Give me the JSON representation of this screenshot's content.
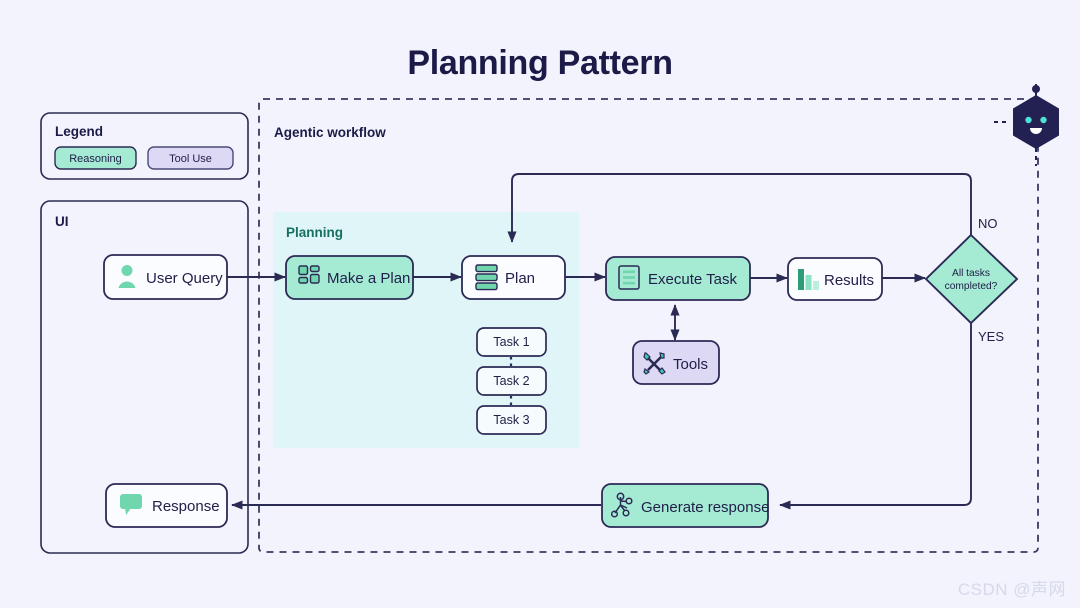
{
  "page": {
    "title": "Planning Pattern",
    "background_color": "#f2f3fc",
    "watermark": "CSDN @声网"
  },
  "legend": {
    "title": "Legend",
    "items": [
      {
        "label": "Reasoning",
        "color": "#a5ebd4",
        "icon": "reasoning-chip"
      },
      {
        "label": "Tool Use",
        "color": "#ddd9f5",
        "icon": "tool-use-chip"
      }
    ]
  },
  "ui_panel": {
    "title": "UI",
    "nodes": [
      {
        "id": "user-query",
        "label": "User Query",
        "icon": "person-icon",
        "fill": "#fbfcff"
      },
      {
        "id": "response",
        "label": "Response",
        "icon": "speech-bubble-icon",
        "fill": "#fbfcff"
      }
    ]
  },
  "workflow": {
    "title": "Agentic workflow",
    "planning_zone": {
      "label": "Planning",
      "fill": "#e0f5f7"
    },
    "nodes": [
      {
        "id": "make-a-plan",
        "label": "Make a Plan",
        "icon": "layout-grid-icon",
        "fill": "#a5ebd4"
      },
      {
        "id": "plan",
        "label": "Plan",
        "icon": "stacked-bars-icon",
        "fill": "#fbfcff"
      },
      {
        "id": "execute-task",
        "label": "Execute Task",
        "icon": "document-lines-icon",
        "fill": "#a5ebd4"
      },
      {
        "id": "results",
        "label": "Results",
        "icon": "bar-chart-icon",
        "fill": "#fbfcff"
      },
      {
        "id": "tools",
        "label": "Tools",
        "icon": "wrench-screwdriver-icon",
        "fill": "#ddd9f5"
      },
      {
        "id": "generate-response",
        "label": "Generate response",
        "icon": "node-graph-icon",
        "fill": "#a5ebd4"
      }
    ],
    "tasks": [
      {
        "id": "task-1",
        "label": "Task 1"
      },
      {
        "id": "task-2",
        "label": "Task 2"
      },
      {
        "id": "task-3",
        "label": "Task 3"
      }
    ],
    "decision": {
      "id": "all-tasks-completed",
      "line1": "All tasks",
      "line2": "completed?",
      "fill": "#a5ebd4",
      "branch_no": "NO",
      "branch_yes": "YES"
    }
  },
  "logo": {
    "name": "robot-hexagon-logo"
  }
}
